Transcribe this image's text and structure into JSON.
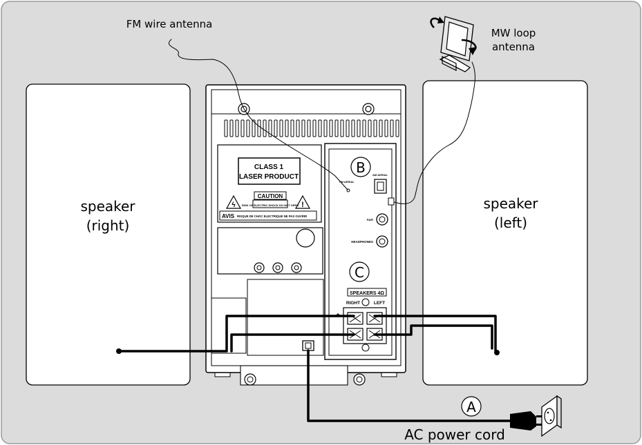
{
  "labels": {
    "fm_antenna": "FM wire antenna",
    "mw_antenna_line1": "MW loop",
    "mw_antenna_line2": "antenna",
    "speaker_right_line1": "speaker",
    "speaker_right_line2": "(right)",
    "speaker_left_line1": "speaker",
    "speaker_left_line2": "(left)",
    "ac_cord": "AC power cord"
  },
  "markers": {
    "a": "A",
    "b": "B",
    "c": "C"
  },
  "panel": {
    "laser_line1": "CLASS 1",
    "laser_line2": "LASER PRODUCT",
    "caution": "CAUTION",
    "caution_small": "RISK OF ELECTRIC SHOCK DO NOT OPEN",
    "avis": "AVIS",
    "avis_small": "RISQUE DE CHOC ELECTRIQUE NE PAS OUVRIR",
    "fm_aerial": "FM AERIAL",
    "am_aerial": "AM AERIAL",
    "aux": "AUX",
    "headphones": "HEADPHONES",
    "speakers": "SPEAKERS 4Ω",
    "right": "RIGHT",
    "left": "LEFT",
    "plus": "+",
    "minus": "−"
  },
  "colors": {
    "background": "#dcdcdc",
    "panel": "#ffffff",
    "line": "#000000"
  }
}
